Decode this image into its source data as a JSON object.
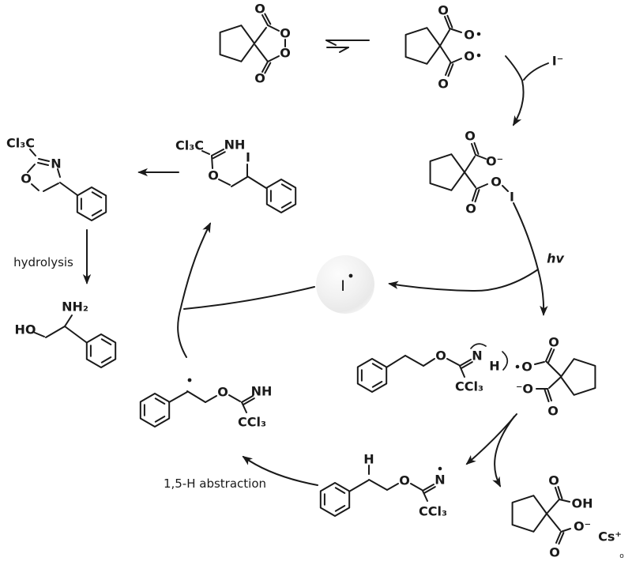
{
  "figure": {
    "type": "reaction-mechanism-scheme",
    "background": "#ffffff",
    "line_color": "#1a1a1a",
    "sphere_fill": "#ededed"
  },
  "labels": {
    "iodide": "I⁻",
    "hv": "hv",
    "iodine_radical": "I",
    "hydrolysis": "hydrolysis",
    "h_abstraction": "1,5-H abstraction",
    "watermark": "o"
  },
  "molecules": {
    "malonoyl_peroxide": {
      "o_carbonyl_top": "O",
      "o_peroxide_1": "O",
      "o_peroxide_2": "O",
      "o_carbonyl_bottom": "O"
    },
    "dicarboxyl_diradical": {
      "o_carbonyl_top": "O",
      "o_radical_top": "O",
      "o_radical_bottom": "O",
      "o_carbonyl_bottom": "O"
    },
    "acyl_hypoiodite": {
      "o_carbonyl_top": "O",
      "o_carboxylate": "O⁻",
      "o_ester": "O",
      "iodine": "I",
      "o_carbonyl_bottom": "O"
    },
    "imidate_radical_pair": {
      "o_ether": "O",
      "n_imine": "N",
      "h_transfer": "H",
      "ccl3": "CCl₃",
      "o_radical": "O",
      "o_carbonyl_top": "O",
      "o_carboxylate": "⁻O",
      "o_carbonyl_bottom": "O"
    },
    "iminyl_radical": {
      "h_benzylic": "H",
      "o_ether": "O",
      "n_radical": "N",
      "ccl3": "CCl₃"
    },
    "cesium_carboxylate": {
      "o_carbonyl_top": "O",
      "oh": "OH",
      "o_carboxylate": "O⁻",
      "o_carbonyl_bottom": "O",
      "cation": "Cs⁺"
    },
    "benzylic_radical": {
      "o_ether": "O",
      "nh": "NH",
      "ccl3": "CCl₃"
    },
    "iodo_imidate": {
      "cl3c": "Cl₃C",
      "nh": "NH",
      "o_ether": "O",
      "iodine": "I"
    },
    "oxazoline": {
      "cl3c": "Cl₃C",
      "n": "N",
      "o": "O"
    },
    "amino_alcohol": {
      "ho": "HO",
      "nh2": "NH₂"
    }
  }
}
